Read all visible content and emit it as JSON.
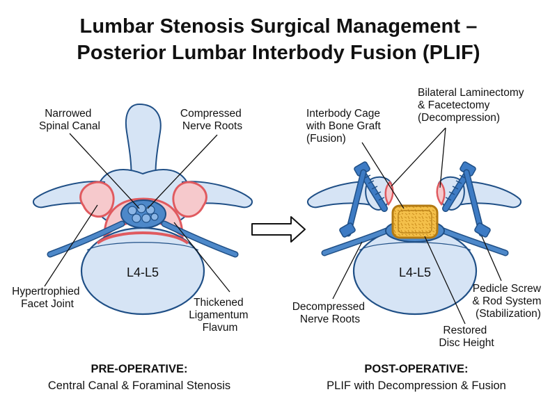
{
  "title_line1": "Lumbar Stenosis Surgical Management –",
  "title_line2": "Posterior Lumbar Interbody Fusion (PLIF)",
  "colors": {
    "bone_fill": "#d6e4f5",
    "bone_stroke": "#1f4f86",
    "nerve_fill": "#4d88c9",
    "pathology_red": "#e05a5f",
    "pathology_fill": "#f6c9cc",
    "cage_fill": "#f4c04a",
    "hardware_blue": "#3d7bc4"
  },
  "pre_op": {
    "vertebra_label": "L4-L5",
    "label_narrowed": [
      "Narrowed",
      "Spinal Canal"
    ],
    "label_compressed": [
      "Compressed",
      "Nerve Roots"
    ],
    "label_facet": [
      "Hypertrophied",
      "Facet Joint"
    ],
    "label_ligament": [
      "Thickened",
      "Ligamentum",
      "Flavum"
    ],
    "caption_line1": "PRE-OPERATIVE:",
    "caption_line2": "Central Canal & Foraminal Stenosis"
  },
  "post_op": {
    "vertebra_label": "L4-L5",
    "label_cage": [
      "Interbody Cage",
      "with Bone Graft",
      "(Fusion)"
    ],
    "label_laminectomy": [
      "Bilateral Laminectomy",
      "& Facetectomy",
      "(Decompression)"
    ],
    "label_decompressed": [
      "Decompressed",
      "Nerve Roots"
    ],
    "label_disc": [
      "Restored",
      "Disc Height"
    ],
    "label_screw": [
      "Pedicle Screw",
      "& Rod System",
      "(Stabilization)"
    ],
    "caption_line1": "POST-OPERATIVE:",
    "caption_line2": "PLIF with Decompression & Fusion"
  }
}
